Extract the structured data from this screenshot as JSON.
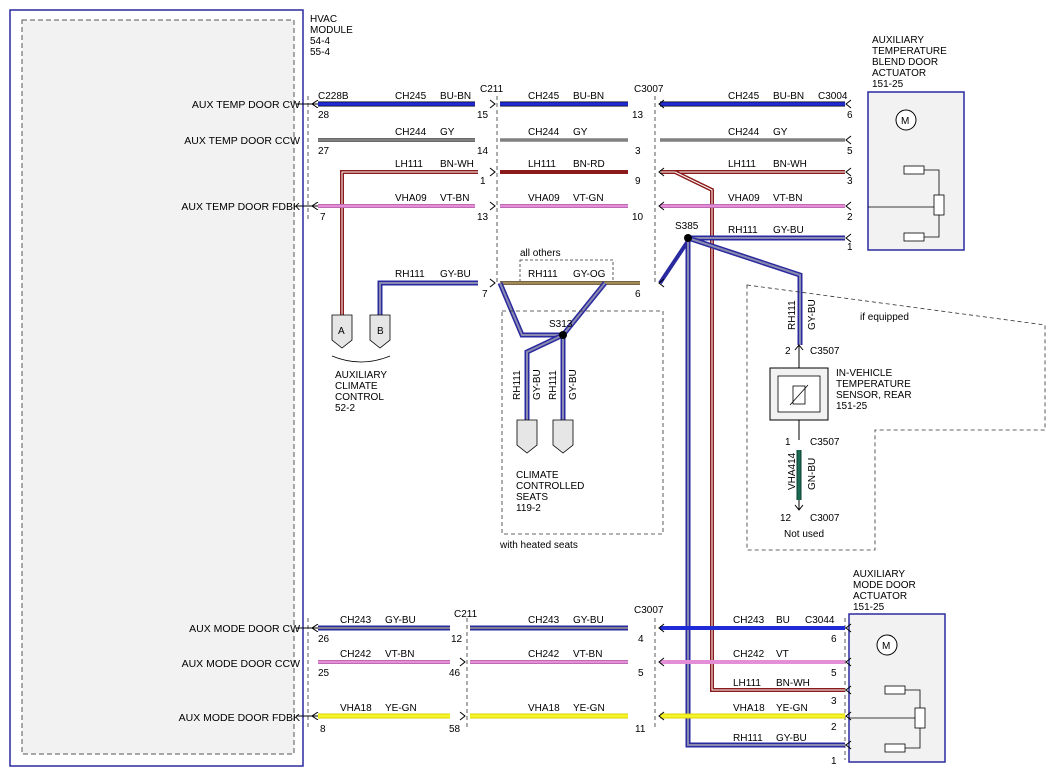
{
  "hvac_module": {
    "title": [
      "HVAC",
      "MODULE",
      "54-4",
      "55-4"
    ],
    "signals": [
      "AUX TEMP DOOR CW",
      "AUX TEMP DOOR CCW",
      "AUX TEMP DOOR FDBK",
      "AUX MODE DOOR CW",
      "AUX MODE DOOR CCW",
      "AUX MODE DOOR FDBK"
    ]
  },
  "connectors": {
    "c228b": "C228B",
    "c211": "C211",
    "c3007": "C3007",
    "c3004": "C3004",
    "c3044": "C3044",
    "c3507": "C3507",
    "s385": "S385",
    "s313": "S313"
  },
  "pins": {
    "hvac": [
      "28",
      "27",
      "7",
      "26",
      "25",
      "8"
    ],
    "c211_top": [
      "15",
      "14",
      "1",
      "13",
      "7"
    ],
    "c3007_top": [
      "13",
      "3",
      "9",
      "10",
      "6"
    ],
    "c3004": [
      "6",
      "5",
      "3",
      "2",
      "1"
    ],
    "c211_bottom": [
      "12",
      "46",
      "58"
    ],
    "c3007_bottom": [
      "4",
      "5",
      "11"
    ],
    "c3044": [
      "6",
      "5",
      "3",
      "2",
      "1"
    ],
    "sensor_top": "2",
    "sensor_bottom": "1",
    "not_used_pin": "12"
  },
  "wires": {
    "ch245": [
      "CH245",
      "BU-BN"
    ],
    "ch244": [
      "CH244",
      "GY"
    ],
    "lh111_a": [
      "LH111",
      "BN-WH"
    ],
    "lh111_b": [
      "LH111",
      "BN-RD"
    ],
    "vha09_a": [
      "VHA09",
      "VT-BN"
    ],
    "vha09_b": [
      "VHA09",
      "VT-GN"
    ],
    "rh111_gybu": [
      "RH111",
      "GY-BU"
    ],
    "rh111_gyog": [
      "RH111",
      "GY-OG"
    ],
    "vha414": [
      "VHA414",
      "GN-BU"
    ],
    "ch243_a": [
      "CH243",
      "GY-BU"
    ],
    "ch243_b": [
      "CH243",
      "BU"
    ],
    "ch242_a": [
      "CH242",
      "VT-BN"
    ],
    "ch242_b": [
      "CH242",
      "VT"
    ],
    "vha18": [
      "VHA18",
      "YE-GN"
    ]
  },
  "components": {
    "blend_actuator": [
      "AUXILIARY",
      "TEMPERATURE",
      "BLEND DOOR",
      "ACTUATOR",
      "151-25"
    ],
    "mode_actuator": [
      "AUXILIARY",
      "MODE DOOR",
      "ACTUATOR",
      "151-25"
    ],
    "climate_control": [
      "AUXILIARY",
      "CLIMATE",
      "CONTROL",
      "52-2"
    ],
    "seats": [
      "CLIMATE",
      "CONTROLLED",
      "SEATS",
      "119-2"
    ],
    "sensor": [
      "IN-VEHICLE",
      "TEMPERATURE",
      "SENSOR, REAR",
      "151-25"
    ],
    "connector_a": "A",
    "connector_b": "B",
    "motor": "M"
  },
  "notes": {
    "all_others": "all others",
    "with_heated_seats": "with heated seats",
    "if_equipped": "if equipped",
    "not_used": "Not used"
  },
  "colors": {
    "blue": "#1f2bd6",
    "gray": "#808080",
    "brown": "#8b1a1a",
    "violet": "#e48ed8",
    "yellow": "#f2ef1c",
    "green": "#1a6b52",
    "tan": "#a08a5c",
    "frame": "#2a2aa0"
  }
}
